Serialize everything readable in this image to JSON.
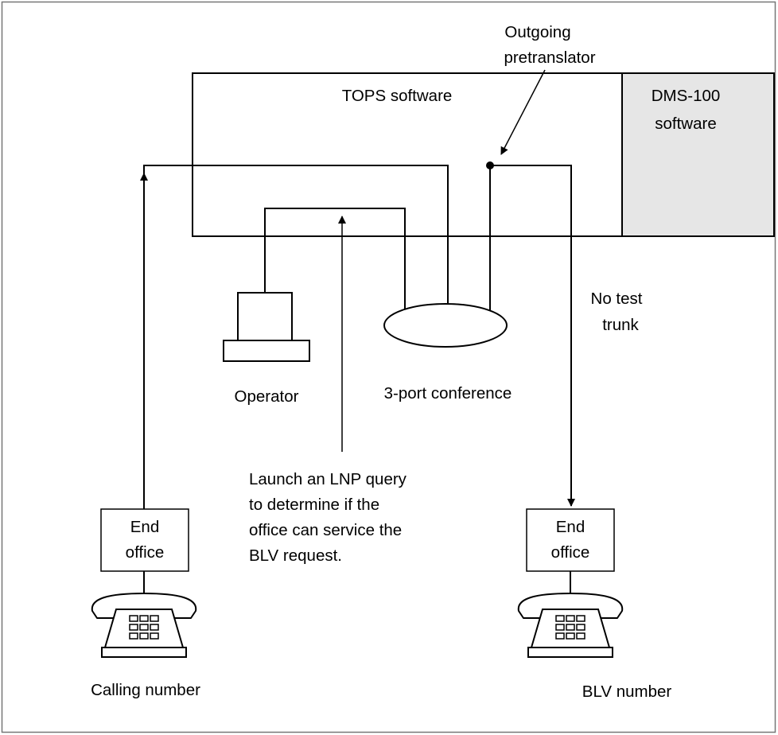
{
  "labels": {
    "tops_software": "TOPS software",
    "dms_line1": "DMS-100",
    "dms_line2": "software",
    "pretranslator_line1": "Outgoing",
    "pretranslator_line2": "pretranslator",
    "operator": "Operator",
    "conference": "3-port conference",
    "no_test_trunk_line1": "No test",
    "no_test_trunk_line2": "trunk",
    "lnp_line1": "Launch an LNP query",
    "lnp_line2": "to determine if the",
    "lnp_line3": "office can service the",
    "lnp_line4": "BLV request.",
    "end_office_left_line1": "End",
    "end_office_left_line2": "office",
    "end_office_right_line1": "End",
    "end_office_right_line2": "office",
    "calling_number": "Calling number",
    "blv_number": "BLV number"
  },
  "colors": {
    "line": "#000000",
    "dms_fill": "#e6e6e6",
    "background": "#ffffff"
  },
  "icons": [
    "operator-terminal-icon",
    "telephone-icon"
  ]
}
